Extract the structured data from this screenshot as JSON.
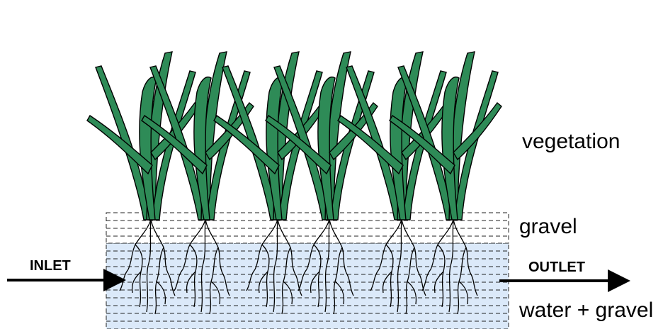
{
  "labels": {
    "vegetation": "vegetation",
    "gravel": "gravel",
    "water_gravel": "water + gravel",
    "inlet": "INLET",
    "outlet": "OUTLET"
  },
  "colors": {
    "leaf_fill": "#2e8b57",
    "outline": "#000000",
    "water": "#dbe9f9",
    "dash": "#222222"
  }
}
